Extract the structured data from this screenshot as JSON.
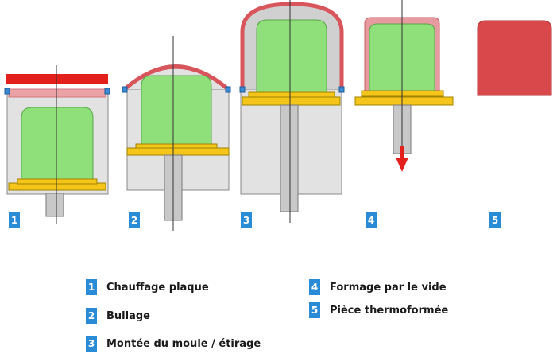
{
  "steps": [
    {
      "number": "1"
    },
    {
      "number": "2"
    },
    {
      "number": "3"
    },
    {
      "number": "4"
    },
    {
      "number": "5"
    }
  ],
  "legend": [
    {
      "number": "1",
      "label": "Chauffage plaque"
    },
    {
      "number": "2",
      "label": "Bullage"
    },
    {
      "number": "3",
      "label": "Montée du moule / étirage"
    },
    {
      "number": "4",
      "label": "Formage par le vide"
    },
    {
      "number": "5",
      "label": "Pièce thermoformée"
    }
  ],
  "colors": {
    "heater": "#e3201b",
    "sheet": "#e87f85",
    "mold": "#8fe07a",
    "plate": "#f5c519",
    "chamber": "#e2e2e2",
    "piston": "#c8c8c8",
    "clamp": "#3a8ad6",
    "badge": "#2a8bd6",
    "final_part": "#d9484b",
    "arrow": "#e3201b"
  }
}
